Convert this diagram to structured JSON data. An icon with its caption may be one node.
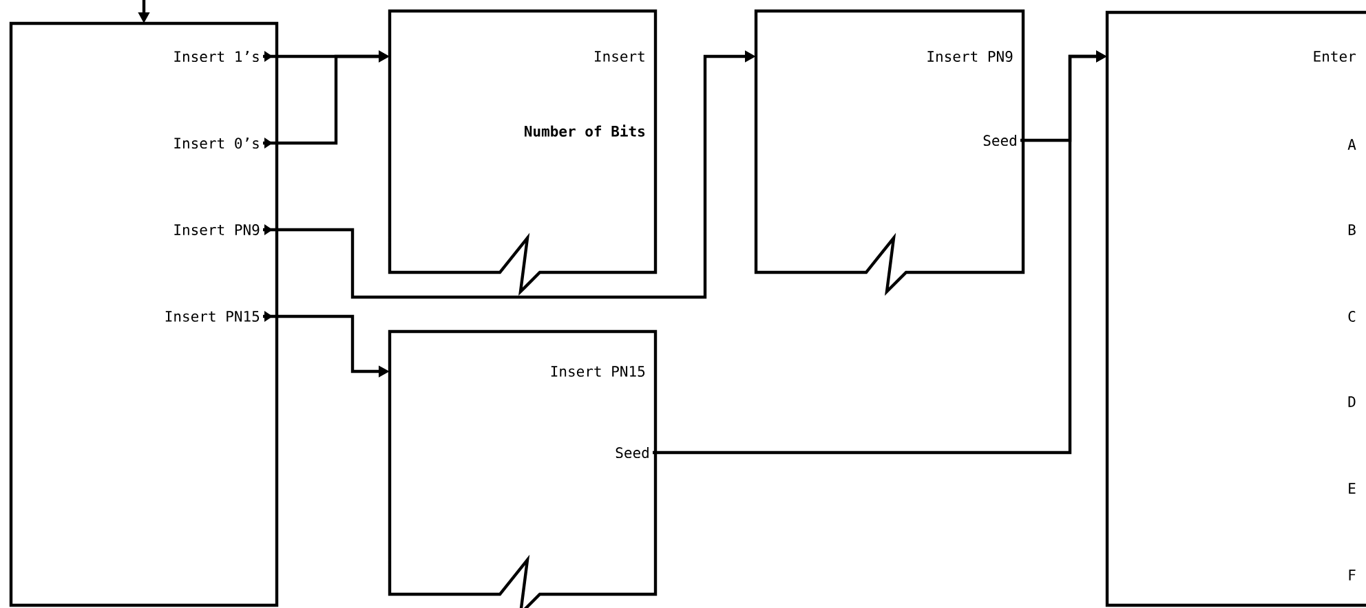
{
  "diagram": {
    "nodes": [
      {
        "text": [],
        "shape": "box"
      },
      {
        "text": [
          "Insert 1’s"
        ],
        "in": 0
      },
      {
        "text": [
          "Insert 0’s"
        ],
        "in": 0
      },
      {
        "text": [
          "Insert PN9"
        ],
        "in": 0
      },
      {
        "text": [
          "Insert PN15"
        ],
        "in": 0
      },
      {
        "text": [
          "Insert",
          "Number of Bits"
        ]
      },
      {
        "text": [
          "Insert PN9"
        ]
      },
      {
        "text": [
          "Seed"
        ],
        "in": 6
      },
      {
        "text": [
          "Insert PN15"
        ]
      },
      {
        "text": [
          "Seed"
        ],
        "in": 8
      },
      {
        "text": [
          "Enter",
          "A",
          "B",
          "C",
          "D",
          "E",
          "F"
        ]
      }
    ],
    "edges": [
      {
        "from": null,
        "to": 0,
        "arrow": "to"
      },
      {
        "from": 1,
        "to": 5,
        "arrow": "to"
      },
      {
        "from": 2,
        "to": 5,
        "arrow": "to"
      },
      {
        "from": 3,
        "to": 6,
        "arrow": "to"
      },
      {
        "from": 4,
        "to": 8,
        "arrow": "to"
      },
      {
        "from": 7,
        "to": 10,
        "arrow": "to"
      },
      {
        "from": 9,
        "to": 10,
        "arrow": "to"
      }
    ]
  }
}
